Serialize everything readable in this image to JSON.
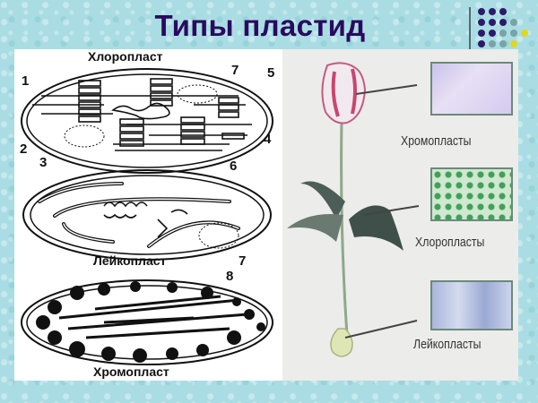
{
  "slide": {
    "title": "Типы пластид",
    "colors": {
      "title": "#2a0a5e",
      "background": "#a9dde3",
      "dot_purple": "#2e1a6a",
      "dot_teal": "#7aa3a3",
      "dot_yellow": "#e3d61e"
    }
  },
  "left_diagram": {
    "labels": {
      "chloroplast": "Хлоропласт",
      "leucoplast": "Лейкопласт",
      "chromoplast": "Хромопласт"
    },
    "numbers": [
      "1",
      "2",
      "3",
      "4",
      "5",
      "6",
      "7",
      "7",
      "8"
    ]
  },
  "right_diagram": {
    "captions": {
      "chromoplasts": "Хромопласты",
      "chloroplasts": "Хлоропласты",
      "leucoplasts": "Лейкопласты"
    }
  }
}
